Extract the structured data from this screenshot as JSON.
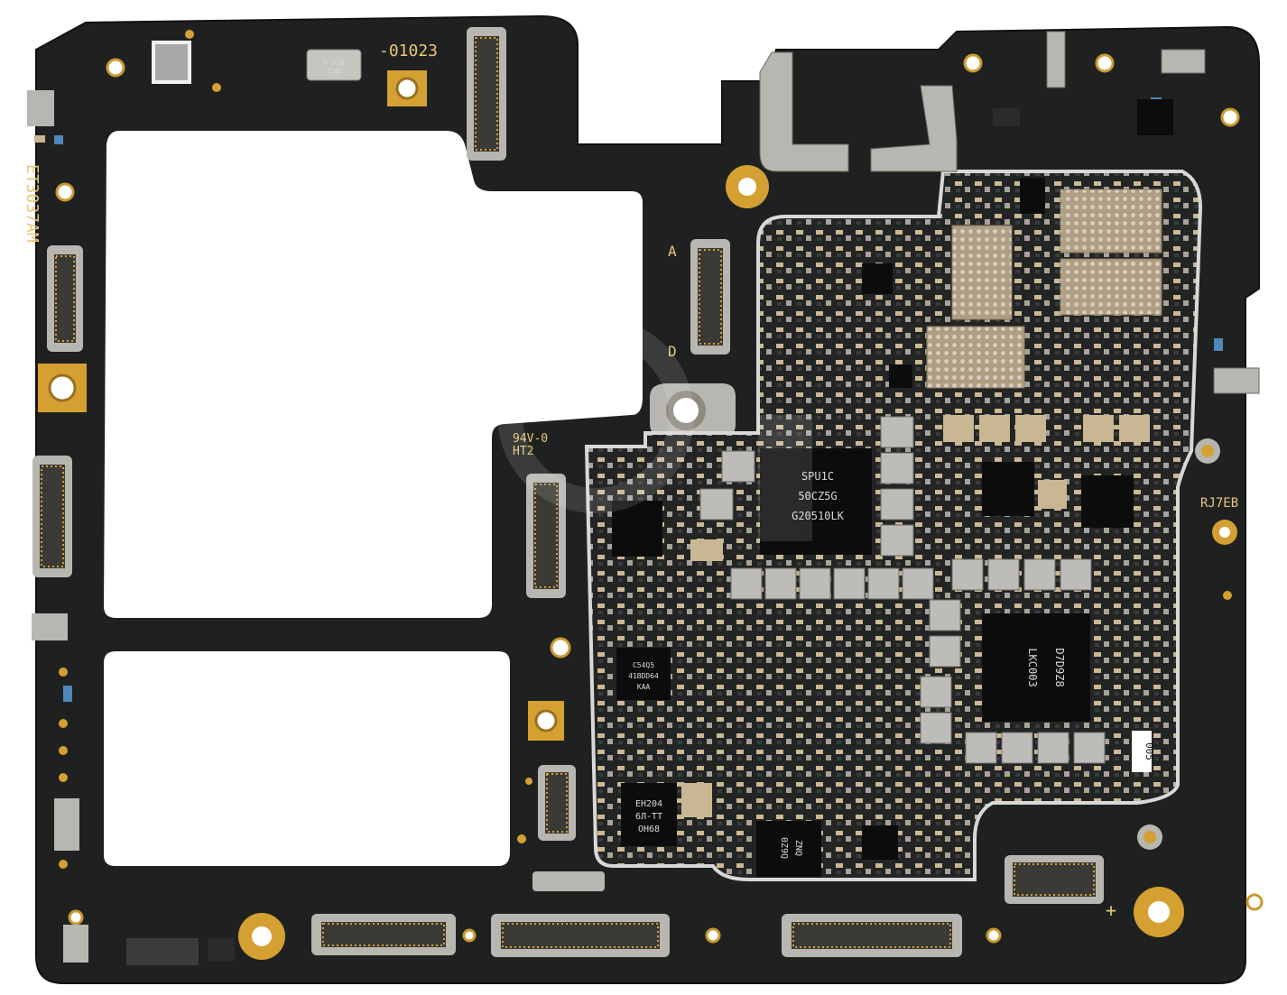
{
  "board": {
    "colors": {
      "substrate": "#1d1f1e",
      "gold": "#d4a032",
      "shield": "#b8b6b0",
      "component": "#c7b69a",
      "silkscreen": "#e9c77a"
    },
    "silkscreen": {
      "model": "ET3037AM",
      "part_no": "-01023",
      "conn_a": "A",
      "conn_d": "D",
      "rating": "94V-0",
      "rating2": "HT2",
      "batch": "RJ7EB",
      "plus": "+",
      "label_005": "005"
    },
    "chips": {
      "pmic_l1": "SPU1C",
      "pmic_l2": "50CZ5G",
      "pmic_l3": "G20510LK",
      "soc_l1": "D7D9Z8",
      "soc_l2": "LKC003",
      "qfn1_l1": "C54Q5",
      "qfn1_l2": "41BDD64",
      "qfn1_l3": "KAA",
      "qfn2_l1": "EH204",
      "qfn2_l2": "6Л-TT",
      "qfn2_l3": "ОН68",
      "qfn3_l1": "0Z9Q",
      "qfn3_l2": "ZNQ",
      "crystal": "9 D20",
      "crystal2": "C4B"
    },
    "icons": [
      "screw-hole-icon",
      "board-connector-icon",
      "rf-test-point-icon",
      "shield-can-icon"
    ]
  }
}
